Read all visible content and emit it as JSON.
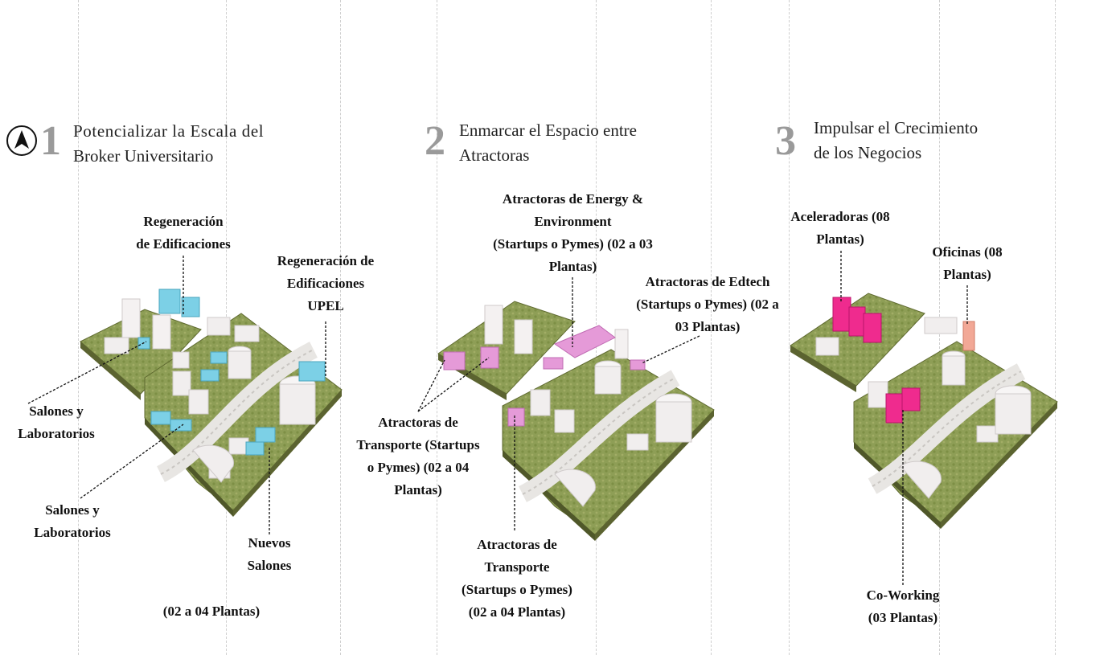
{
  "panels": [
    {
      "number": "1",
      "title_lines": [
        "Potencializar la Escala del",
        "Broker Universitario"
      ],
      "labels": [
        {
          "lines": [
            "Regeneración",
            "de Edificaciones"
          ]
        },
        {
          "lines": [
            "Regeneración de",
            "Edificaciones",
            "UPEL"
          ]
        },
        {
          "lines": [
            "Salones y",
            "Laboratorios"
          ]
        },
        {
          "lines": [
            "Salones y",
            "Laboratorios"
          ]
        },
        {
          "lines": [
            "Nuevos",
            "Salones"
          ]
        },
        {
          "lines": [
            "(02 a 04 Plantas)"
          ]
        }
      ]
    },
    {
      "number": "2",
      "title_lines": [
        "Enmarcar el Espacio entre",
        "Atractoras"
      ],
      "labels": [
        {
          "lines": [
            "Atractoras de  Energy &",
            "Environment",
            "(Startups o Pymes) (02 a 03",
            "Plantas)"
          ]
        },
        {
          "lines": [
            "Atractoras de Edtech",
            "(Startups o Pymes) (02 a",
            "03 Plantas)"
          ]
        },
        {
          "lines": [
            "Atractoras de",
            "Transporte (Startups",
            "o Pymes) (02 a 04",
            "Plantas)"
          ]
        },
        {
          "lines": [
            "Atractoras de",
            "Transporte",
            "(Startups o Pymes)",
            "(02 a 04 Plantas)"
          ]
        }
      ]
    },
    {
      "number": "3",
      "title_lines": [
        "Impulsar el Crecimiento",
        "de los Negocios"
      ],
      "labels": [
        {
          "lines": [
            "Aceleradoras (08",
            "Plantas)"
          ]
        },
        {
          "lines": [
            "Oficinas (08",
            "Plantas)"
          ]
        },
        {
          "lines": [
            "Co-Working",
            "(03 Plantas)"
          ]
        }
      ]
    }
  ],
  "icons": {
    "north": "north-arrow-icon"
  },
  "colors": {
    "education": "#7cd0e6",
    "attractor": "#e59ad8",
    "accelerator": "#ef2b8e",
    "office": "#f2a896",
    "building": "#f1eeee",
    "ground": "#8a9a52"
  }
}
